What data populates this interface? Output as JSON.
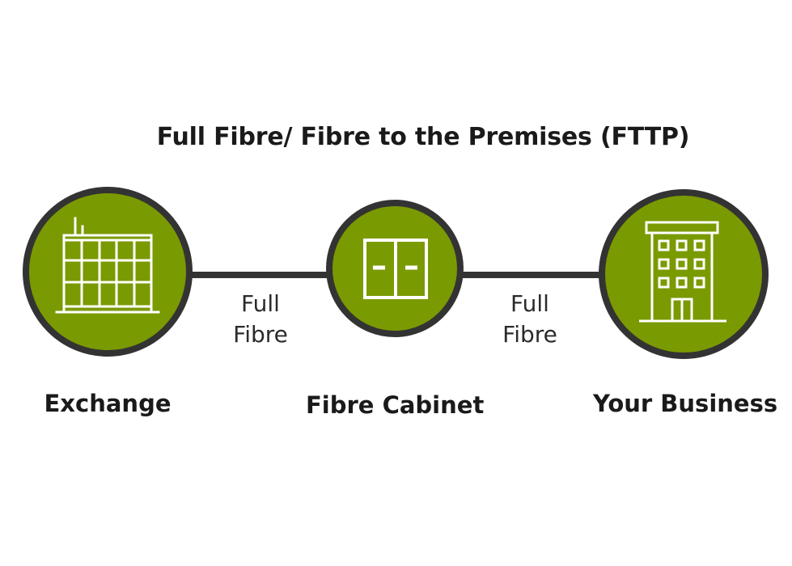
{
  "title": "Full Fibre/ Fibre to the Premises (FTTP)",
  "colors": {
    "node_fill": "#7a9a01",
    "node_ring": "#333333",
    "line": "#333333",
    "icon": "#ffffff"
  },
  "nodes": [
    {
      "label": "Exchange",
      "icon": "exchange-building-icon"
    },
    {
      "label": "Fibre Cabinet",
      "icon": "cabinet-icon"
    },
    {
      "label": "Your Business",
      "icon": "office-building-icon"
    }
  ],
  "connections": [
    {
      "line1": "Full",
      "line2": "Fibre"
    },
    {
      "line1": "Full",
      "line2": "Fibre"
    }
  ]
}
